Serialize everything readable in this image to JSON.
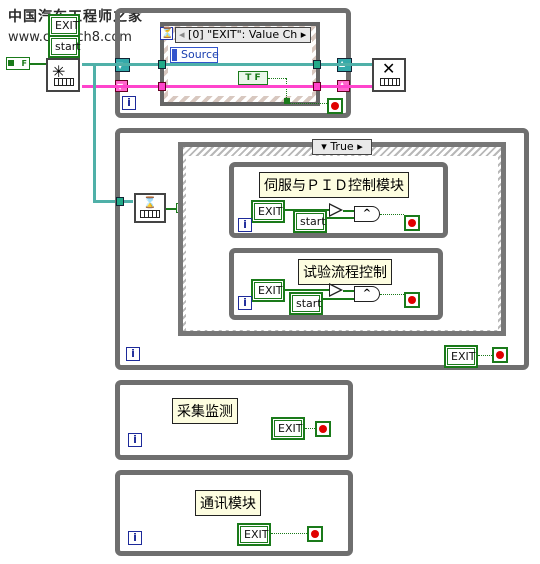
{
  "watermark": {
    "line1": "中国汽车工程师之家",
    "line2": "www.cartech8.com"
  },
  "top_loop": {
    "event_case_selector": "[0] \"EXIT\": Value Ch",
    "event_source_label": "Source",
    "true_constant": "T F",
    "control_exit": "EXIT",
    "control_start": "start",
    "initial_flag": "F"
  },
  "consumer_loop": {
    "case_selector": "True",
    "modules": [
      {
        "title": "伺服与ＰＩＤ控制模块",
        "exit_label": "EXIT",
        "start_label": "start"
      },
      {
        "title": "试验流程控制",
        "exit_label": "EXIT",
        "start_label": "start"
      }
    ],
    "exit_label": "EXIT"
  },
  "loops": [
    {
      "title": "采集监测",
      "exit_label": "EXIT"
    },
    {
      "title": "通讯模块",
      "exit_label": "EXIT"
    }
  ],
  "icons": {
    "iteration_terminal": "i",
    "stop_terminal": "stop-icon",
    "and_gate": "^"
  },
  "colors": {
    "loop_border": "#6f6f6f",
    "boolean_wire": "#1a7a1a",
    "cluster_wire": "#4fb0a8",
    "refnum_wire": "#ff44cc",
    "label_background": "#fdfde0",
    "stop_red": "#e00000"
  }
}
